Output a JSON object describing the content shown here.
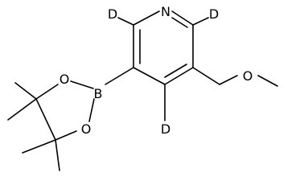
{
  "molecule": {
    "atoms": {
      "ring_nitrogen": "N",
      "deuterium_left": "D",
      "deuterium_right": "D",
      "deuterium_bottom": "D",
      "methoxy_oxygen": "O",
      "boron": "B",
      "dioxaborolane_oxygen_top": "O",
      "dioxaborolane_oxygen_bottom": "O"
    }
  }
}
